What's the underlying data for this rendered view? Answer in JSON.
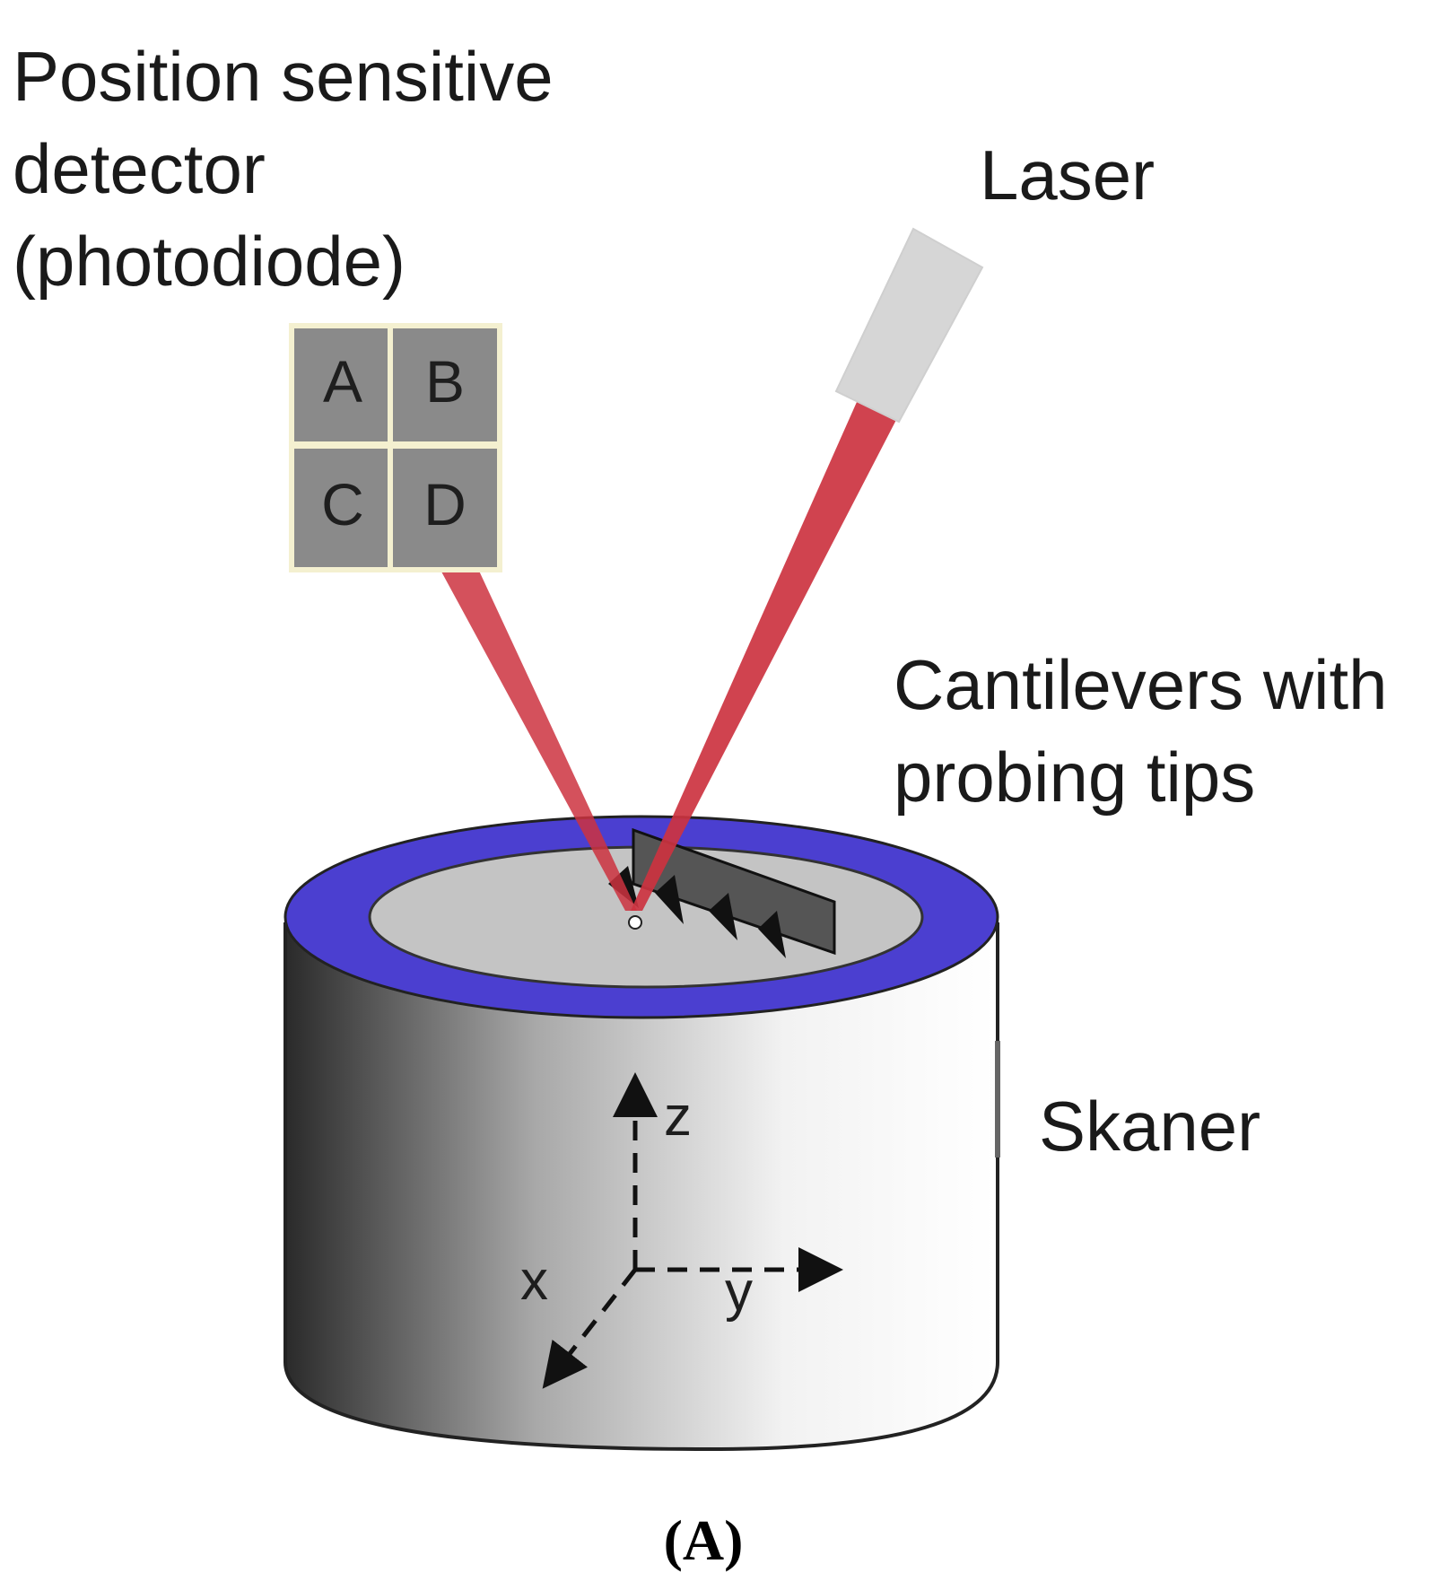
{
  "labels": {
    "detector_line1": "Position sensitive",
    "detector_line2": "detector",
    "detector_line3": "(photodiode)",
    "laser": "Laser",
    "cantilever_line1": "Cantilevers with",
    "cantilever_line2": "probing tips",
    "scanner": "Skaner",
    "caption": "(A)"
  },
  "detector_quadrants": [
    "A",
    "B",
    "C",
    "D"
  ],
  "axes": {
    "x": "x",
    "y": "y",
    "z": "z"
  },
  "colors": {
    "beam": "#cc3340",
    "ring": "#4b3fd0",
    "detector_cell": "#8a8a8a",
    "laser_body": "#d6d6d6",
    "sample": "#c4c4c4",
    "cantilever": "#555555"
  }
}
